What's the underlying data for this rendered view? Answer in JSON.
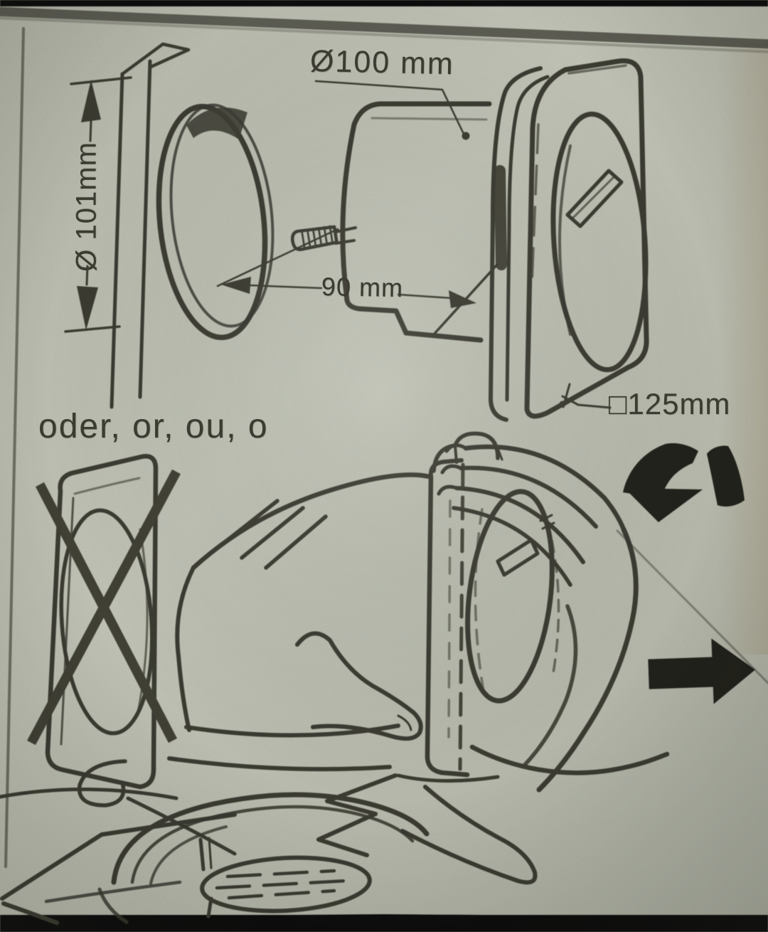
{
  "page": {
    "colors": {
      "paper": "#b6b9ab",
      "ink": "#3a3a31",
      "solid_black": "#1d1d18",
      "border_gray": "#53534a"
    }
  },
  "diagram": {
    "dimension_labels": {
      "unit_diameter": "Ø100 mm",
      "hole_diameter": "Ø 101mm",
      "insertion_depth": "90 mm",
      "faceplate_size": "□125mm"
    },
    "or_text": "oder, or, ou, o",
    "icons": {
      "rotate_arrow_icon": "↺",
      "move_right_arrow_icon": "→",
      "cross_out_icon": "✕",
      "dimension_arrow_icon": "⇕"
    }
  }
}
